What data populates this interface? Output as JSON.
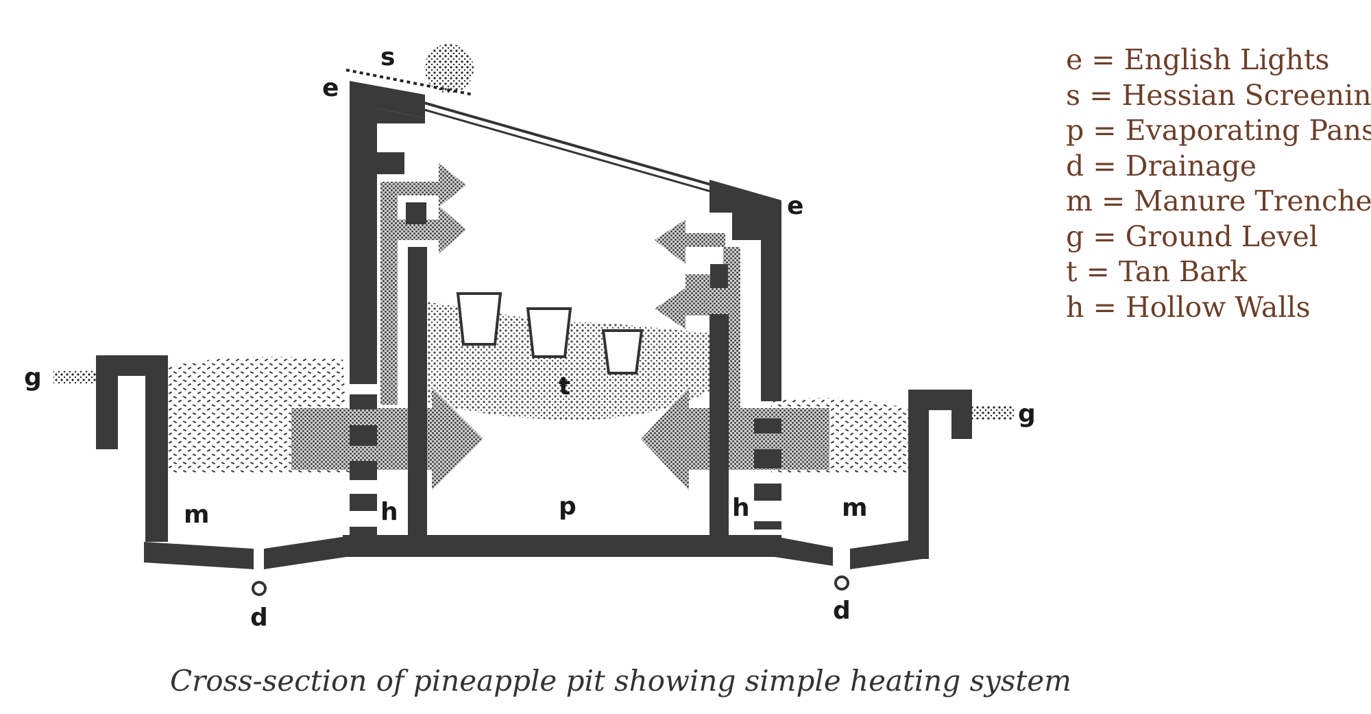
{
  "palette": {
    "wall": "#3a3a3a",
    "text": "#1a1a1a",
    "legend": "#6b3f2a",
    "caption": "#333333"
  },
  "labels": {
    "e_top": "e",
    "e_right": "e",
    "s": "s",
    "g_left": "g",
    "g_right": "g",
    "m_left": "m",
    "m_right": "m",
    "h_left": "h",
    "h_right": "h",
    "p": "p",
    "t": "t",
    "d_left": "d",
    "d_right": "d"
  },
  "legend": [
    "e = English Lights",
    "s  = Hessian Screening",
    "p  = Evaporating Pans",
    "d  = Drainage",
    "m = Manure Trenches",
    "g  = Ground Level",
    "t  = Tan Bark",
    "h  = Hollow Walls"
  ],
  "caption": "Cross-section of pineapple pit showing simple heating system"
}
